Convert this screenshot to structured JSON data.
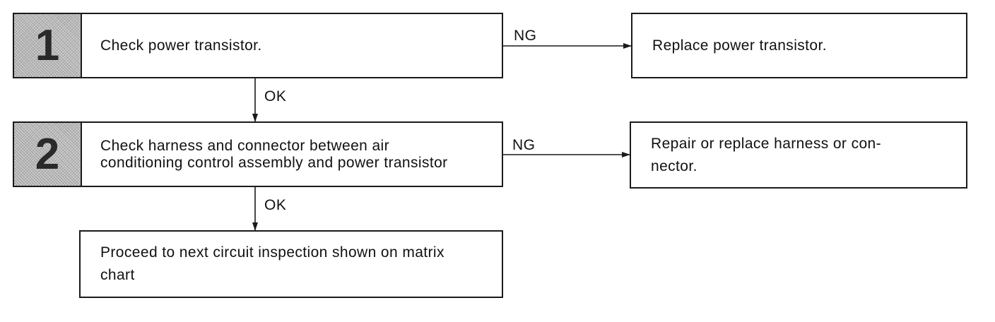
{
  "steps": [
    {
      "number": "1",
      "text": "Check power transistor.",
      "ng_label": "NG",
      "ng_action": "Replace power transistor.",
      "ok_label": "OK"
    },
    {
      "number": "2",
      "text": "Check harness and connector between air conditioning control assembly and power transistor",
      "ng_label": "NG",
      "ng_action": "Repair or replace harness or con-\nnector.",
      "ok_label": "OK"
    }
  ],
  "final_box": {
    "text": "Proceed to next circuit inspection shown on matrix chart"
  },
  "colors": {
    "line": "#1a1a1a",
    "step_number_fill": "#bdbdbd"
  }
}
